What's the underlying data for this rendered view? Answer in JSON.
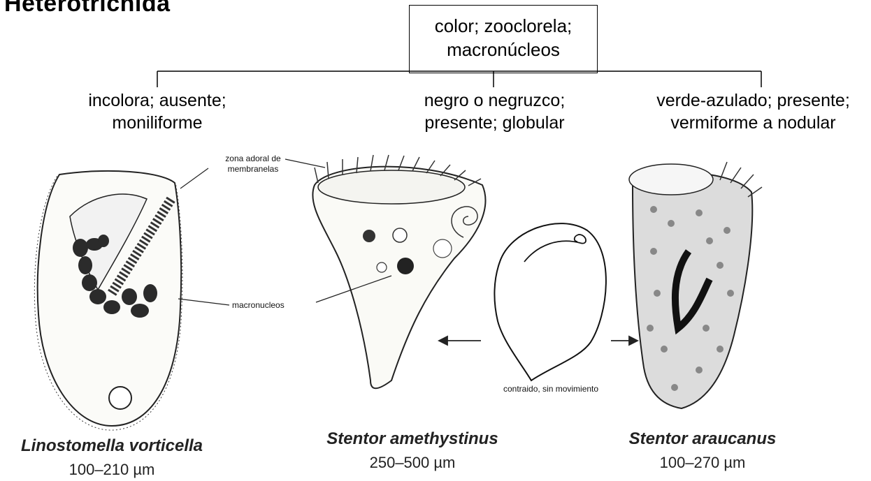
{
  "title": "Heterotrichida",
  "root": {
    "line1": "color; zooclorela;",
    "line2": "macronúcleos"
  },
  "branches": [
    {
      "line1": "incolora; ausente;",
      "line2": "moniliforme"
    },
    {
      "line1": "negro o negruzco;",
      "line2": "presente; globular"
    },
    {
      "line1": "verde-azulado; presente;",
      "line2": "vermiforme a nodular"
    }
  ],
  "annotations": {
    "zona_line1": "zona adoral de",
    "zona_line2": "membranelas",
    "macronucleos": "macronucleos",
    "contraido": "contraido, sin movimiento"
  },
  "species": [
    {
      "name": "Linostomella vorticella",
      "size": "100–210 µm"
    },
    {
      "name": "Stentor amethystinus",
      "size": "250–500 µm"
    },
    {
      "name": "Stentor araucanus",
      "size": "100–270 µm"
    }
  ]
}
